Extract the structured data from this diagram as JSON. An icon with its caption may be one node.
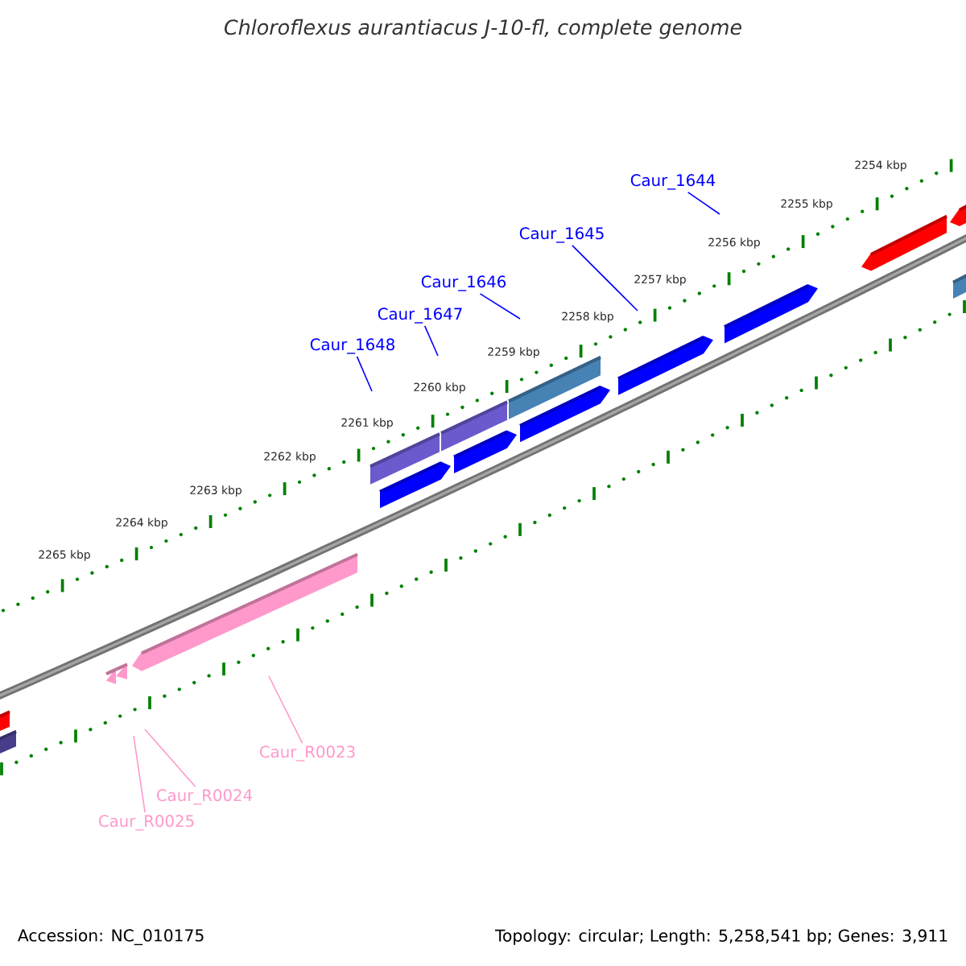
{
  "diagram": {
    "title": "Chloroflexus aurantiacus J-10-fl, complete genome",
    "nodes": [
      {
        "text": [
          "Caur_1644"
        ]
      },
      {
        "text": [
          "Caur_1645"
        ]
      },
      {
        "text": [
          "Caur_1646"
        ]
      },
      {
        "text": [
          "Caur_1647"
        ]
      },
      {
        "text": [
          "Caur_1648"
        ]
      },
      {
        "text": [
          "Caur_R0023"
        ]
      },
      {
        "text": [
          "Caur_R0024"
        ]
      },
      {
        "text": [
          "Caur_R0025"
        ]
      }
    ],
    "edges": [
      {
        "from": 0,
        "to": null,
        "arrow": "none"
      },
      {
        "from": 1,
        "to": null,
        "arrow": "none"
      },
      {
        "from": 2,
        "to": null,
        "arrow": "none"
      },
      {
        "from": 3,
        "to": null,
        "arrow": "none"
      },
      {
        "from": 4,
        "to": null,
        "arrow": "none"
      },
      {
        "from": 5,
        "to": null,
        "arrow": "none",
        "color": "#ff99cc"
      },
      {
        "from": 6,
        "to": null,
        "arrow": "none",
        "color": "#ff99cc"
      },
      {
        "from": 7,
        "to": null,
        "arrow": "none",
        "color": "#ff99cc"
      }
    ],
    "labels": [
      "2254 kbp",
      "2255 kbp",
      "2256 kbp",
      "2257 kbp",
      "2258 kbp",
      "2259 kbp",
      "2260 kbp",
      "2261 kbp",
      "2262 kbp",
      "2263 kbp",
      "2264 kbp",
      "2265 kbp",
      "Accession: NC_010175",
      "Topology: circular; Length: 5,258,541 bp; Genes: 3,911"
    ]
  }
}
